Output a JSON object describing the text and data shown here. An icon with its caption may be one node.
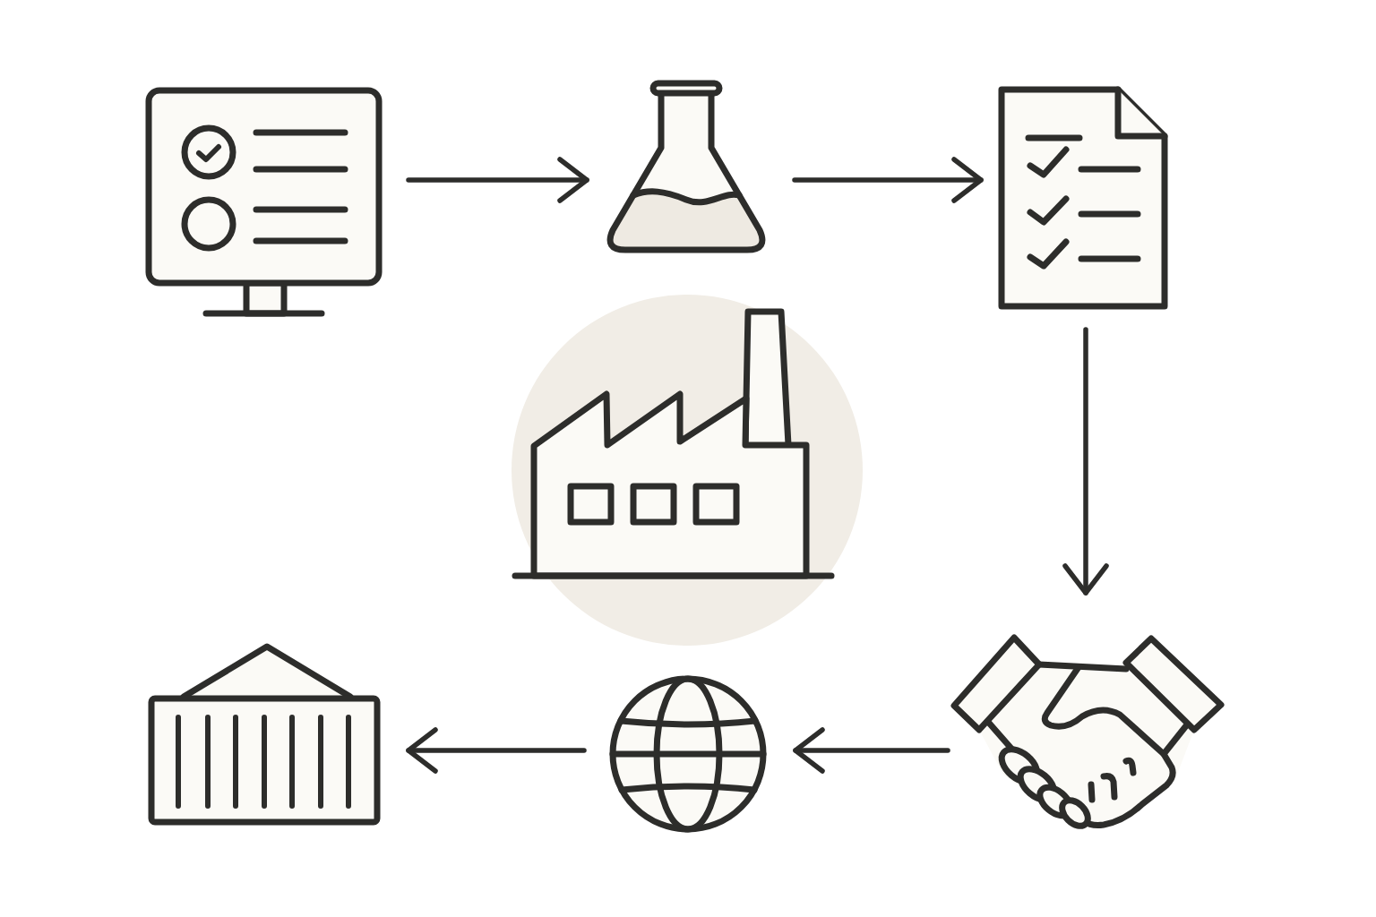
{
  "diagram": {
    "nodes": [
      {
        "text": [],
        "shape": "picture"
      },
      {
        "text": [],
        "shape": "picture"
      },
      {
        "text": [],
        "shape": "picture"
      },
      {
        "text": [],
        "shape": "picture"
      },
      {
        "text": [],
        "shape": "picture"
      },
      {
        "text": [],
        "shape": "picture"
      },
      {
        "text": [],
        "shape": "picture"
      }
    ],
    "edges": [
      {
        "from": 0,
        "to": 1,
        "arrow": "to"
      },
      {
        "from": 1,
        "to": 2,
        "arrow": "to"
      },
      {
        "from": 2,
        "to": 6,
        "arrow": "to"
      },
      {
        "from": 6,
        "to": 5,
        "arrow": "to"
      },
      {
        "from": 5,
        "to": 4,
        "arrow": "to"
      }
    ]
  }
}
